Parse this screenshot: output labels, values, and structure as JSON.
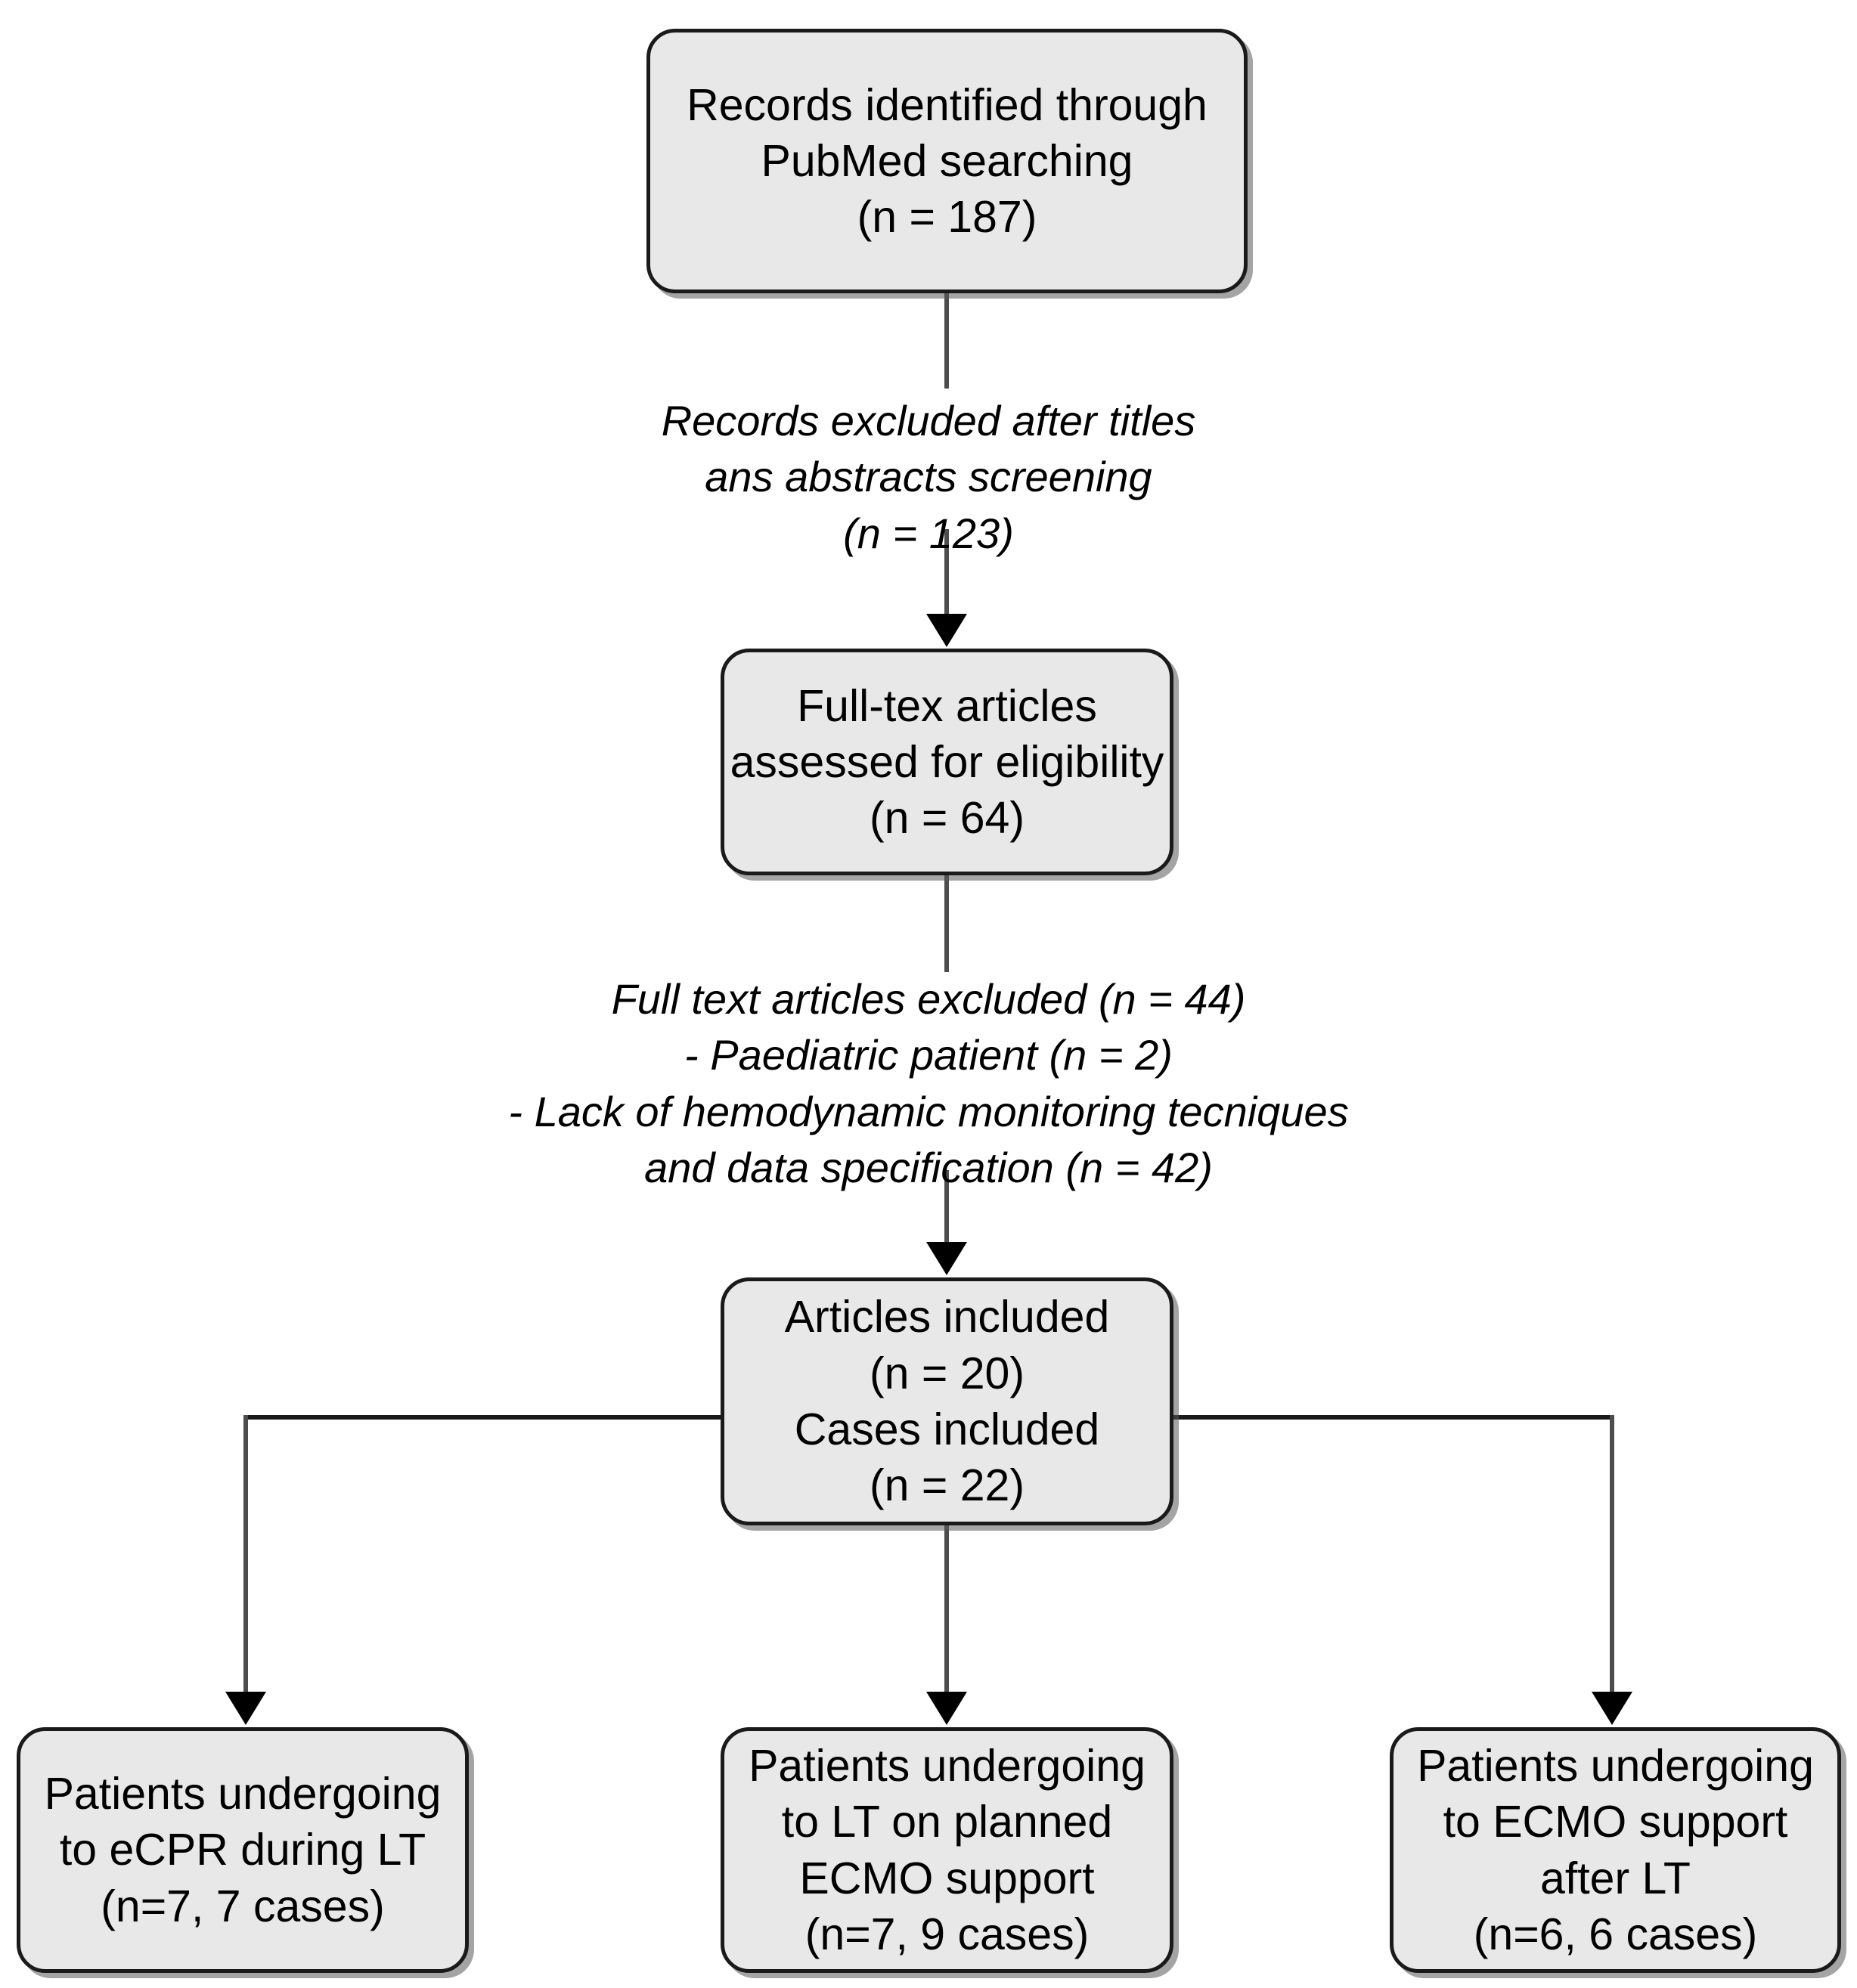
{
  "diagram": {
    "type": "prisma-flow-diagram",
    "colors": {
      "node_fill": "#e8e8e8",
      "node_border": "#1a1a1a",
      "connector": "#1a1a1a",
      "text": "#000000",
      "background": "#ffffff"
    },
    "nodes": [
      {
        "id": "identified",
        "lines": [
          "Records identified through",
          "PubMed searching",
          "(n = 187)"
        ]
      },
      {
        "id": "fulltext",
        "lines": [
          "Full-tex articles",
          "assessed for eligibility",
          "(n = 64)"
        ]
      },
      {
        "id": "included",
        "lines": [
          "Articles included",
          "(n = 20)",
          "Cases included",
          "(n = 22)"
        ]
      },
      {
        "id": "ecpr",
        "lines": [
          "Patients undergoing",
          "to eCPR during LT",
          "(n=7, 7 cases)"
        ]
      },
      {
        "id": "planned",
        "lines": [
          "Patients undergoing",
          "to LT on planned",
          "ECMO support",
          "(n=7, 9 cases)"
        ]
      },
      {
        "id": "after",
        "lines": [
          "Patients undergoing",
          "to ECMO support",
          "after LT",
          "(n=6, 6 cases)"
        ]
      }
    ],
    "annotations": [
      {
        "id": "screening",
        "style": "italic",
        "lines": [
          "Records excluded after titles",
          "ans abstracts screening",
          "(n = 123)"
        ]
      },
      {
        "id": "excluded",
        "style": "italic",
        "lines": [
          "Full text articles excluded (n = 44)",
          "- Paediatric patient (n = 2)",
          "- Lack of hemodynamic monitoring tecniques",
          "and data specification (n = 42)"
        ]
      }
    ]
  }
}
